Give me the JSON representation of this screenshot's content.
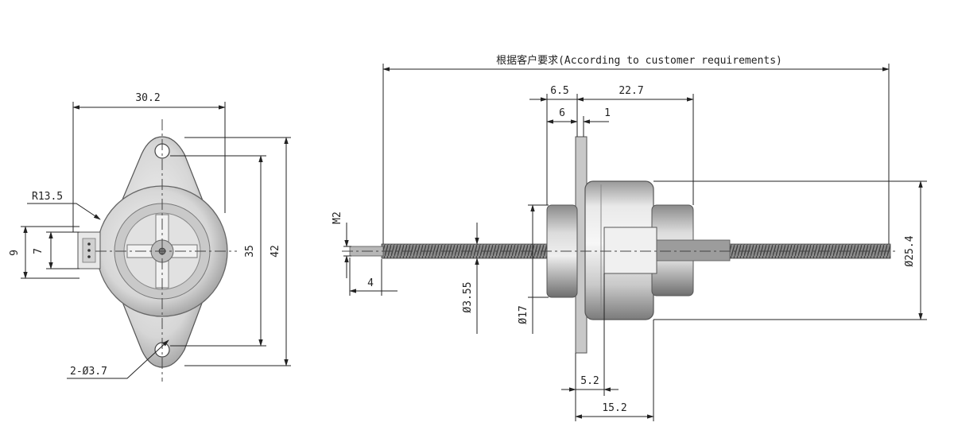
{
  "header": {
    "length_note": "根据客户要求(According to customer requirements)"
  },
  "front_view": {
    "width": "30.2",
    "radius": "R13.5",
    "height_9": "9",
    "height_7": "7",
    "hole_spacing": "35",
    "flange_height": "42",
    "mount_holes": "2-Ø3.7"
  },
  "side_view": {
    "thread": "M2",
    "tip_length": "4",
    "screw_dia": "Ø3.55",
    "boss_dia": "Ø17",
    "body_dia": "Ø25.4",
    "dim_6_5": "6.5",
    "dim_22_7": "22.7",
    "dim_6": "6",
    "dim_1": "1",
    "dim_5_2": "5.2",
    "dim_15_2": "15.2"
  },
  "colors": {
    "line": "#222222",
    "metal_light": "#e6e6e6",
    "metal_dark": "#8c8c8c"
  }
}
